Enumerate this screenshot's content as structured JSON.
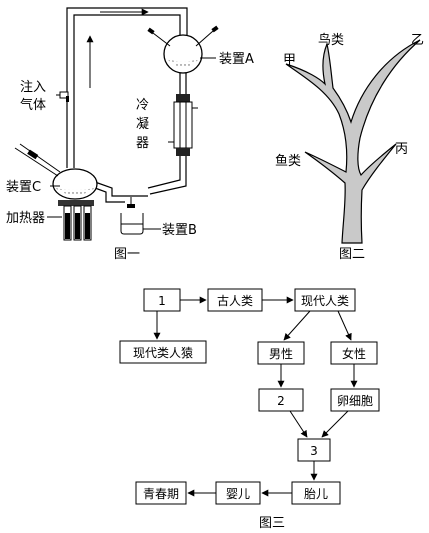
{
  "figure1": {
    "caption": "图一",
    "labels": {
      "device_a": "装置A",
      "inject_gas": [
        "注入",
        "气体"
      ],
      "condenser": [
        "冷",
        "凝",
        "器"
      ],
      "device_c": "装置C",
      "heater": "加热器",
      "device_b": "装置B"
    }
  },
  "figure2": {
    "caption": "图二",
    "labels": {
      "jia": "甲",
      "birds": "鸟类",
      "yi": "乙",
      "fish": "鱼类",
      "bing": "丙"
    }
  },
  "figure3": {
    "caption": "图三",
    "nodes": {
      "n1": "1",
      "ancient_human": "古人类",
      "modern_human": "现代人类",
      "modern_ape": "现代类人猿",
      "male": "男性",
      "female": "女性",
      "n2": "2",
      "ovum": "卵细胞",
      "n3": "3",
      "fetus": "胎儿",
      "infant": "婴儿",
      "adolescence": "青春期"
    }
  }
}
